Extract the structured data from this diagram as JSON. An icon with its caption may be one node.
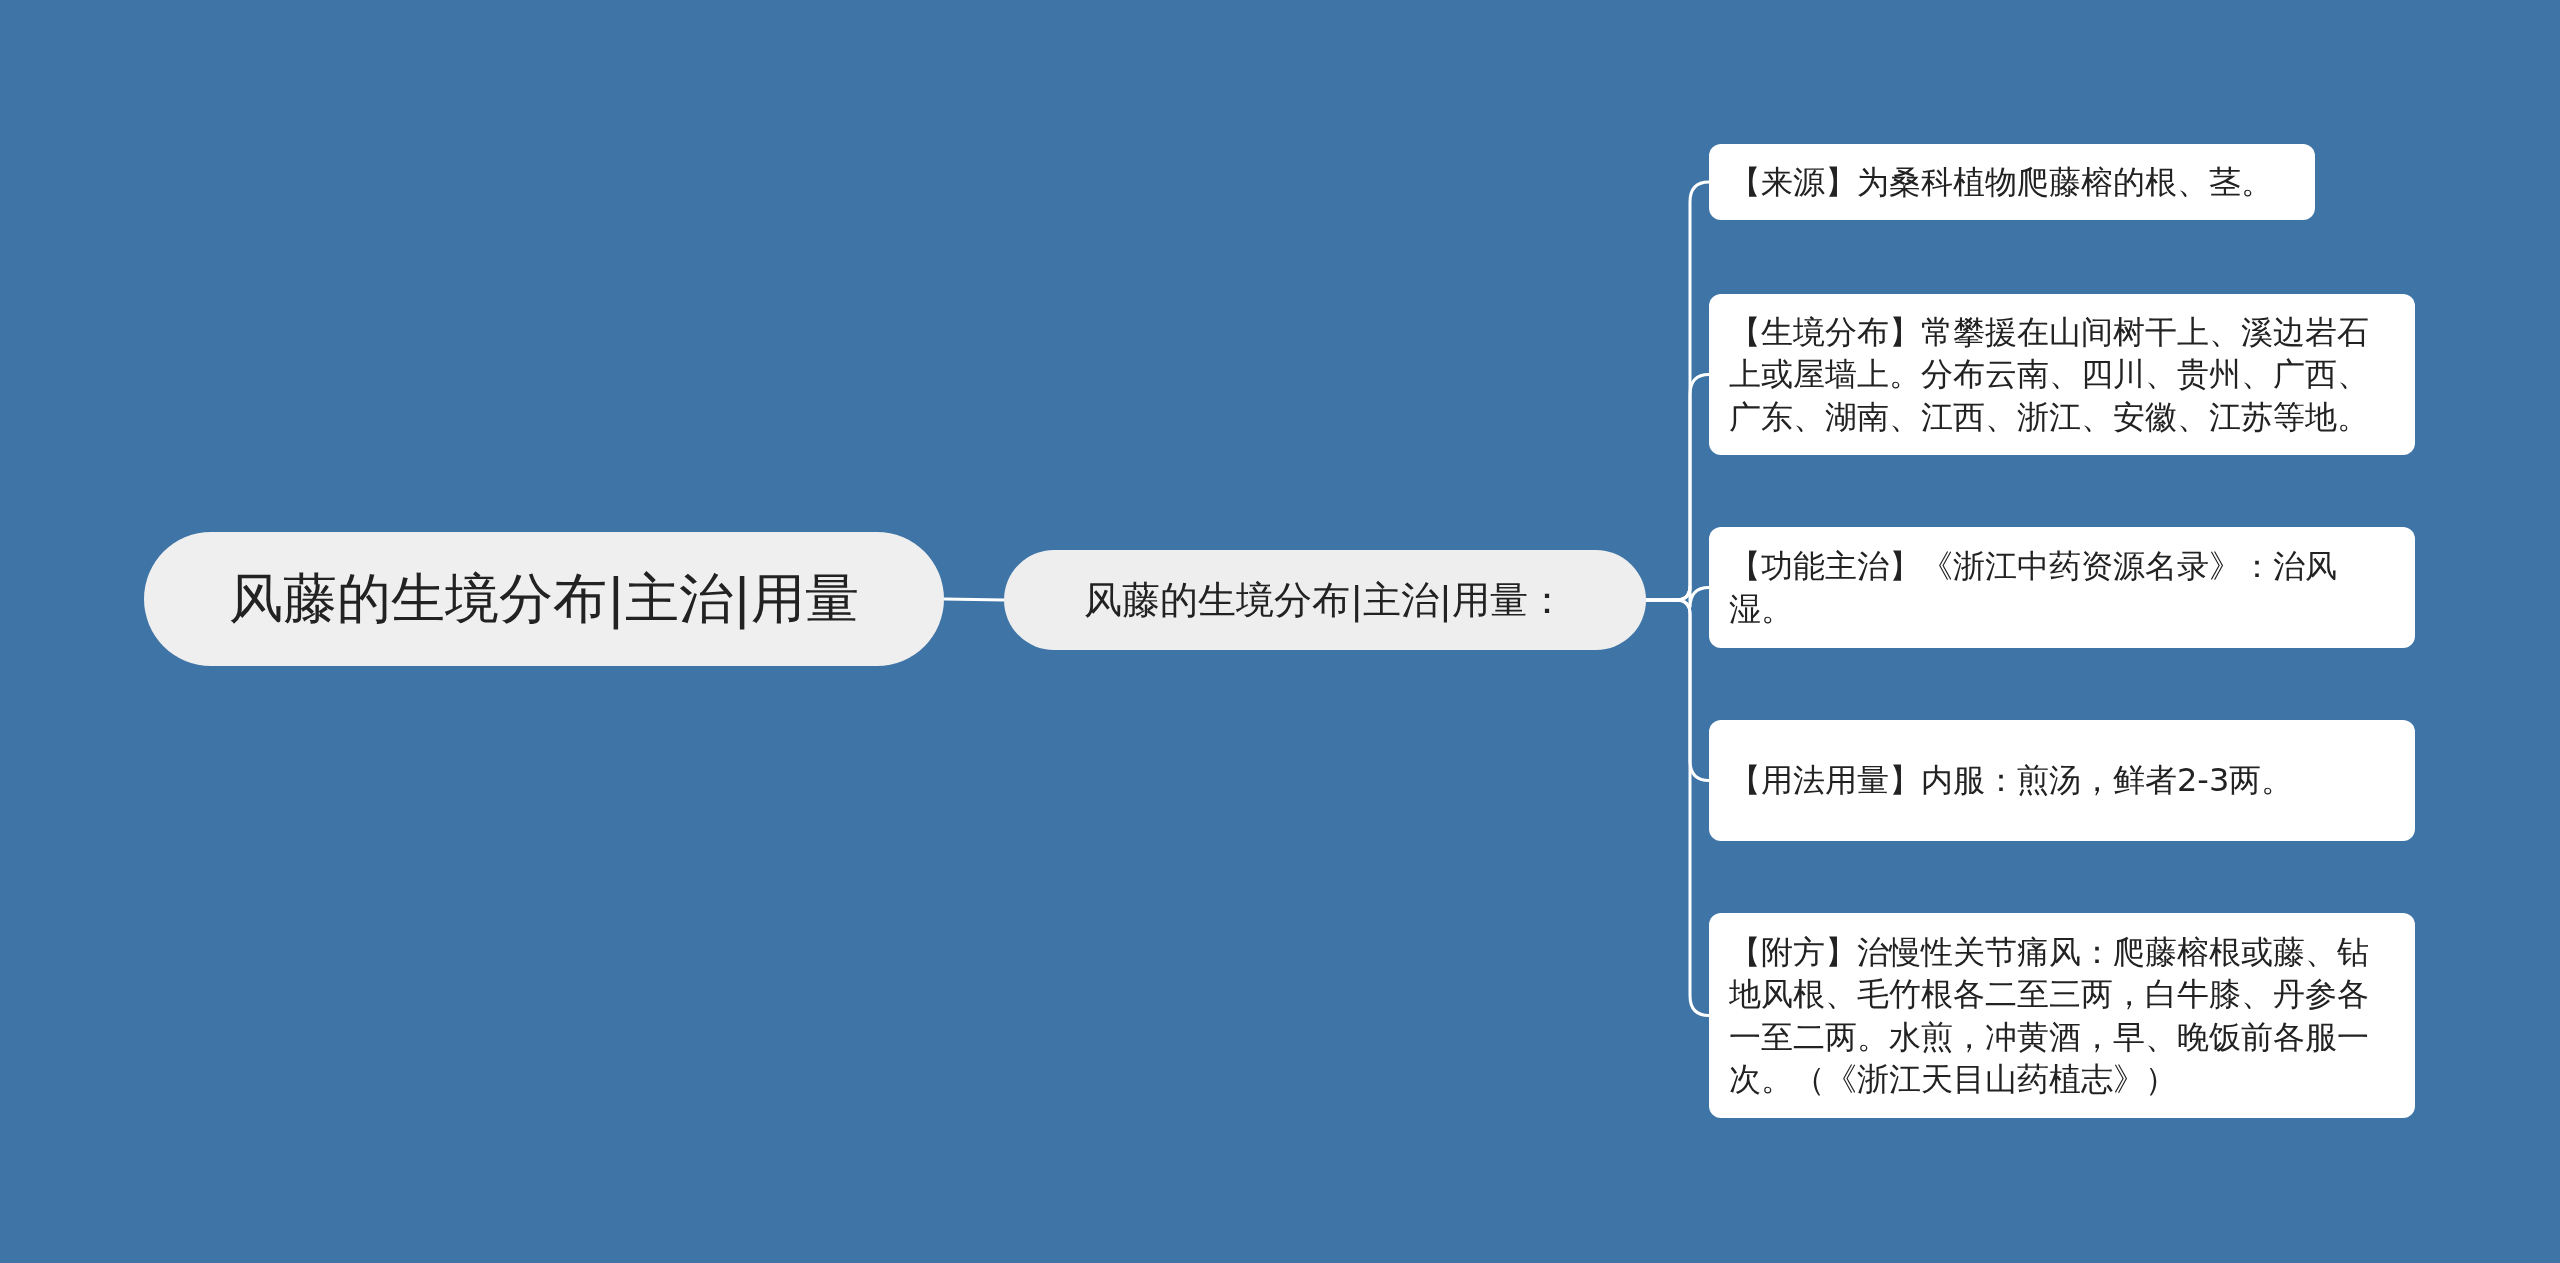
{
  "diagram": {
    "nodes": [
      {
        "text": [
          "风藤的生境分布|主治|用量"
        ]
      },
      {
        "text": [
          "风藤的生境分布|主治|用量："
        ]
      },
      {
        "text": [
          "【来源】为桑科植物爬藤榕的根、茎。"
        ]
      },
      {
        "text": [
          "【生境分布】常攀援在山间树干上、溪边岩石上或屋墙上。分布云南、四川、贵州、广西、广东、湖南、江西、浙江、安徽、江苏等地。"
        ]
      },
      {
        "text": [
          "【功能主治】《浙江中药资源名录》：治风湿。"
        ]
      },
      {
        "text": [
          "【用法用量】内服：煎汤，鲜者2-3两。"
        ]
      },
      {
        "text": [
          "【附方】治慢性关节痛风：爬藤榕根或藤、钻地风根、毛竹根各二至三两，白牛膝、丹参各一至二两。水煎，冲黄酒，早、晚饭前各服一次。（《浙江天目山药植志》）"
        ]
      }
    ],
    "edges": [
      {
        "from": 0,
        "to": 1,
        "arrow": "none"
      },
      {
        "from": 1,
        "to": 2,
        "arrow": "none"
      },
      {
        "from": 1,
        "to": 3,
        "arrow": "none"
      },
      {
        "from": 1,
        "to": 4,
        "arrow": "none"
      },
      {
        "from": 1,
        "to": 5,
        "arrow": "none"
      },
      {
        "from": 1,
        "to": 6,
        "arrow": "none"
      }
    ]
  }
}
